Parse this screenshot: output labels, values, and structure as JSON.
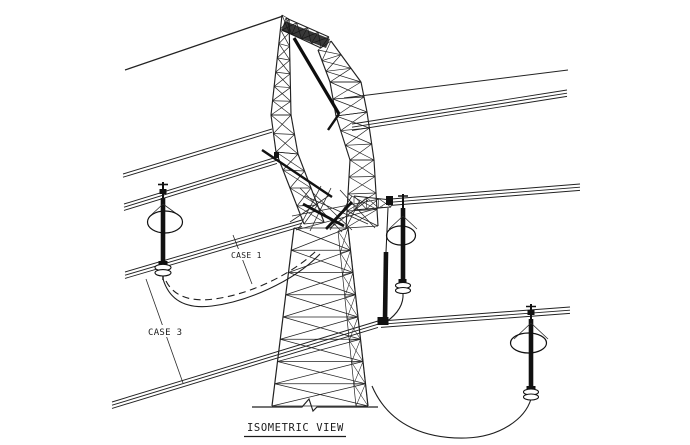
{
  "drawing": {
    "title": "ISOMETRIC VIEW",
    "annotations": {
      "case1": "CASE 1",
      "case3": "CASE 3"
    },
    "subject": "transmission-tower-isometric-line-drawing",
    "colors": {
      "line": "#222222",
      "background": "#ffffff"
    }
  }
}
